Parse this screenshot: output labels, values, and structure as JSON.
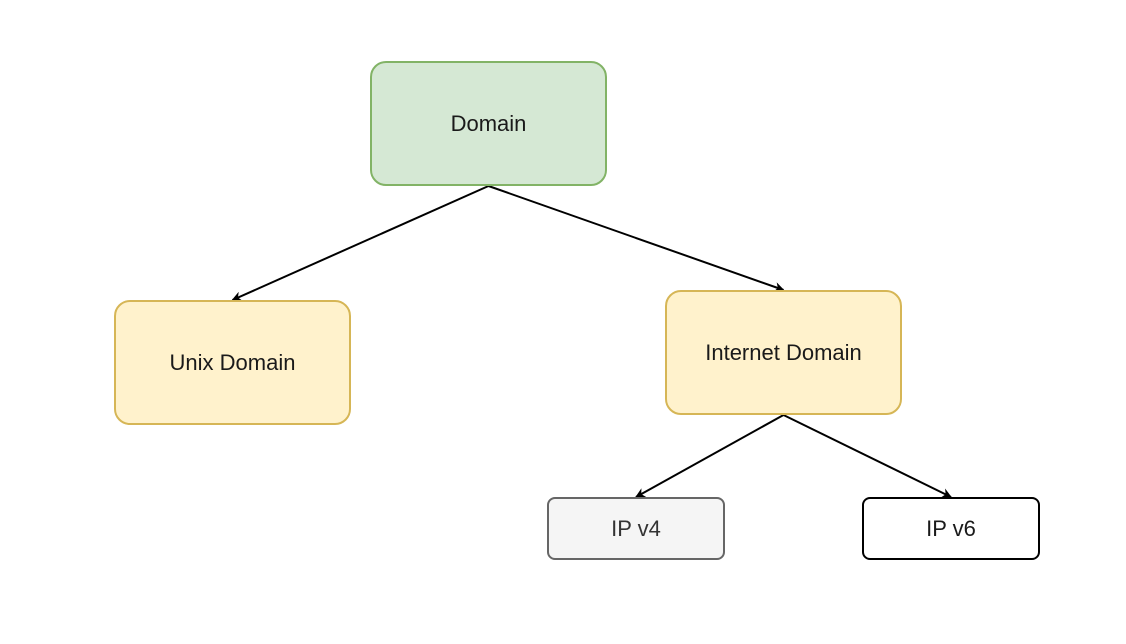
{
  "diagram": {
    "nodes": {
      "domain": {
        "label": "Domain",
        "fill": "#d5e8d4",
        "stroke": "#82b366"
      },
      "unix": {
        "label": "Unix Domain",
        "fill": "#fff2cc",
        "stroke": "#d6b656"
      },
      "internet": {
        "label": "Internet Domain",
        "fill": "#fff2cc",
        "stroke": "#d6b656"
      },
      "ipv4": {
        "label": "IP v4",
        "fill": "#f5f5f5",
        "stroke": "#666666"
      },
      "ipv6": {
        "label": "IP v6",
        "fill": "#ffffff",
        "stroke": "#000000"
      }
    },
    "edges": [
      {
        "from": "domain",
        "to": "unix"
      },
      {
        "from": "domain",
        "to": "internet"
      },
      {
        "from": "internet",
        "to": "ipv4"
      },
      {
        "from": "internet",
        "to": "ipv6"
      }
    ],
    "edge_color": "#000000"
  }
}
